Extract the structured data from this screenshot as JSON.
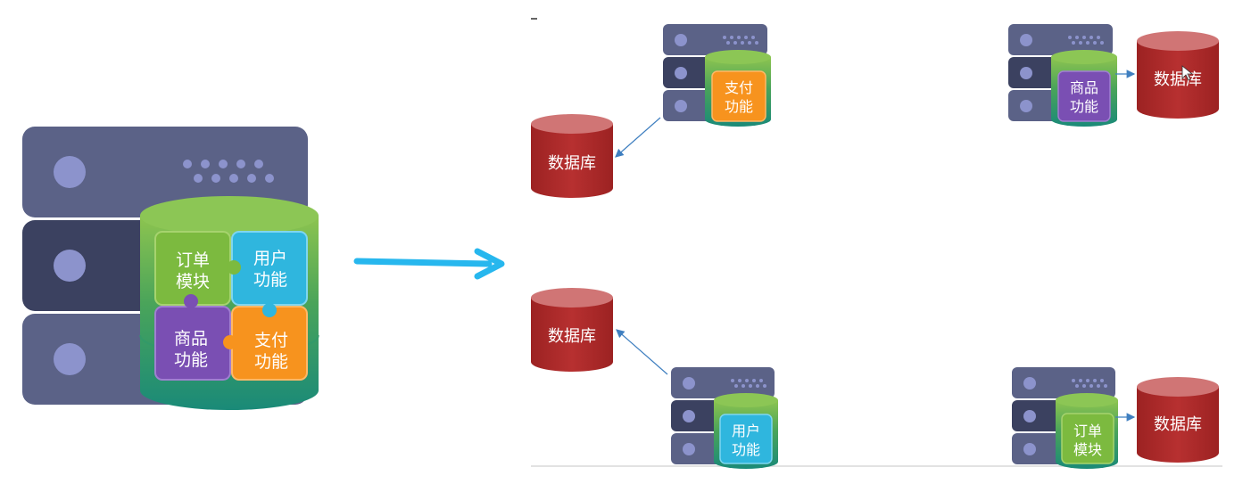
{
  "monolith": {
    "modules": [
      {
        "lines": [
          "订单",
          "模块"
        ],
        "color": "#7cba3f"
      },
      {
        "lines": [
          "用户",
          "功能"
        ],
        "color": "#2fb6de"
      },
      {
        "lines": [
          "商品",
          "功能"
        ],
        "color": "#7a4fb3"
      },
      {
        "lines": [
          "支付",
          "功能"
        ],
        "color": "#f7931e"
      }
    ]
  },
  "services": [
    {
      "lines": [
        "支付",
        "功能"
      ],
      "color": "#f7931e",
      "db_label": "数据库"
    },
    {
      "lines": [
        "商品",
        "功能"
      ],
      "color": "#7a4fb3",
      "db_label": "数据库"
    },
    {
      "lines": [
        "用户",
        "功能"
      ],
      "color": "#2fb6de",
      "db_label": "数据库"
    },
    {
      "lines": [
        "订单",
        "模块"
      ],
      "color": "#7cba3f",
      "db_label": "数据库"
    }
  ],
  "colors": {
    "server_body": "#5a6185",
    "server_dark": "#3c4260",
    "server_light": "#8a92c8",
    "db_red": "#b02a2a",
    "db_top": "#d07070",
    "cylinder_green": "#6aab4a",
    "cylinder_teal": "#1e8f79",
    "arrow_blue": "#27b7ee"
  }
}
